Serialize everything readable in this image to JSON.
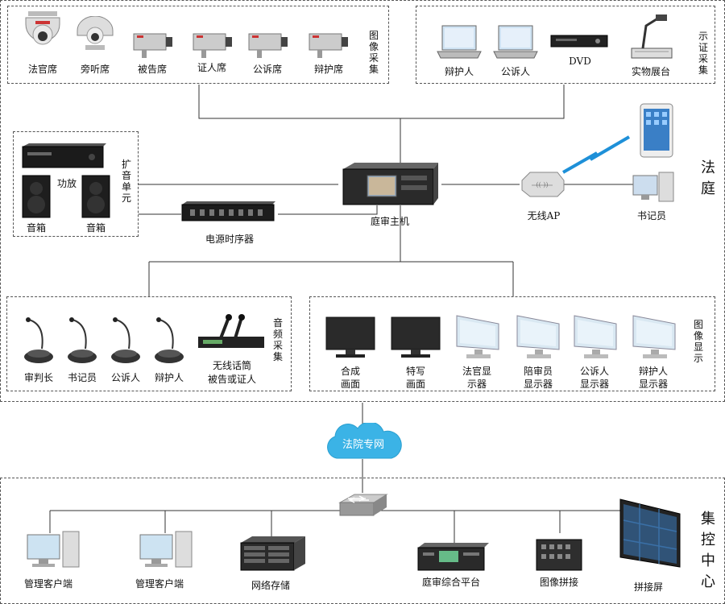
{
  "courtroom": {
    "label": "法庭",
    "image_capture": {
      "label": "图像采集",
      "cameras": [
        "法官席",
        "旁听席",
        "被告席",
        "证人席",
        "公诉席",
        "辩护席"
      ]
    },
    "evidence_capture": {
      "label": "示证采集",
      "devices": [
        "辩护人",
        "公诉人",
        "DVD",
        "实物展台"
      ]
    },
    "amplifier_unit": {
      "label": "扩音单元",
      "amplifier": "功放",
      "speaker_left": "音箱",
      "speaker_right": "音箱"
    },
    "power_sequencer": "电源时序器",
    "host": "庭审主机",
    "wireless_ap": "无线AP",
    "clerk": "书记员",
    "audio_capture": {
      "label": "音频采集",
      "mics": [
        "审判长",
        "书记员",
        "公诉人",
        "辩护人"
      ],
      "wireless_mic": [
        "无线话筒",
        "被告或证人"
      ]
    },
    "image_display": {
      "label": "图像显示",
      "screens": [
        [
          "合成",
          "画面"
        ],
        [
          "特写",
          "画面"
        ],
        [
          "法官显",
          "示器"
        ],
        [
          "陪审员",
          "显示器"
        ],
        [
          "公诉人",
          "显示器"
        ],
        [
          "辩护人",
          "显示器"
        ]
      ]
    }
  },
  "network": "法院专网",
  "control_center": {
    "label": "集控中心",
    "devices": [
      "管理客户端",
      "管理客户端",
      "网络存储",
      "庭审综合平台",
      "图像拼接",
      "拼接屏"
    ]
  },
  "colors": {
    "cloud": "#3bb3e6",
    "lightning": "#1e90d8",
    "line": "#333333"
  }
}
